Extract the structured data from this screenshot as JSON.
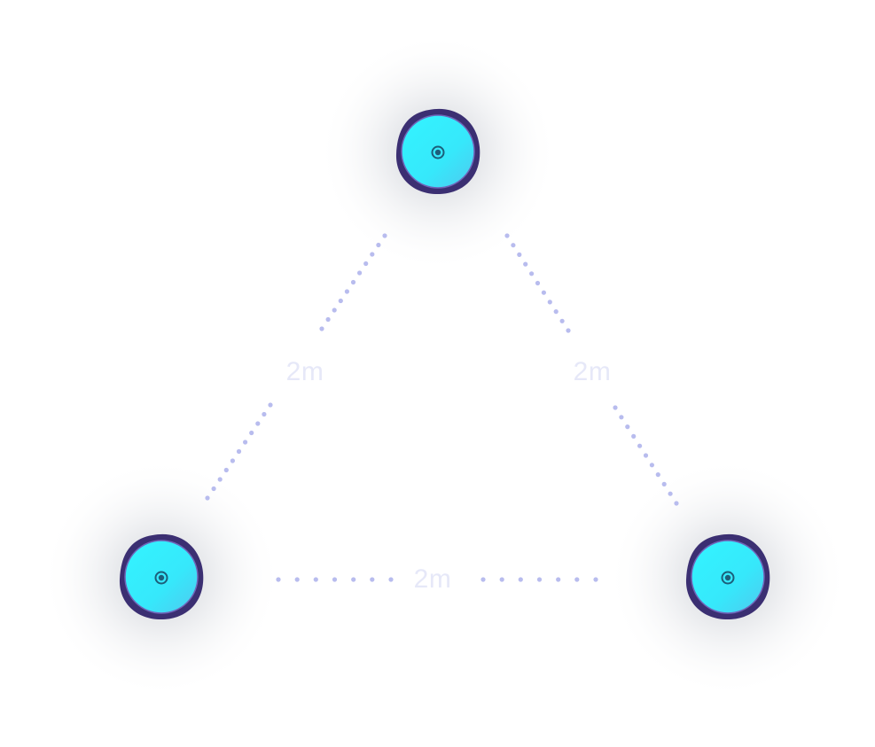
{
  "diagram": {
    "title": "",
    "nodes": [
      {
        "id": "top",
        "name": "node-top"
      },
      {
        "id": "bottom-left",
        "name": "node-bottom-left"
      },
      {
        "id": "bottom-right",
        "name": "node-bottom-right"
      }
    ],
    "edges": [
      {
        "from": "top",
        "to": "bottom-left",
        "label": "2m"
      },
      {
        "from": "top",
        "to": "bottom-right",
        "label": "2m"
      },
      {
        "from": "bottom-left",
        "to": "bottom-right",
        "label": "2m"
      }
    ],
    "colors": {
      "node_face": "#33f1ff",
      "node_face_edge": "#4cc8f0",
      "node_rim": "#3b2f72",
      "node_center": "#1c5f7a",
      "connector_dots": "#b8bcee",
      "label_text": "#e6e8f8",
      "shadow": "#c9ccd4"
    },
    "icons": {
      "node": "device-circle-icon",
      "center": "target-dot-icon"
    }
  }
}
